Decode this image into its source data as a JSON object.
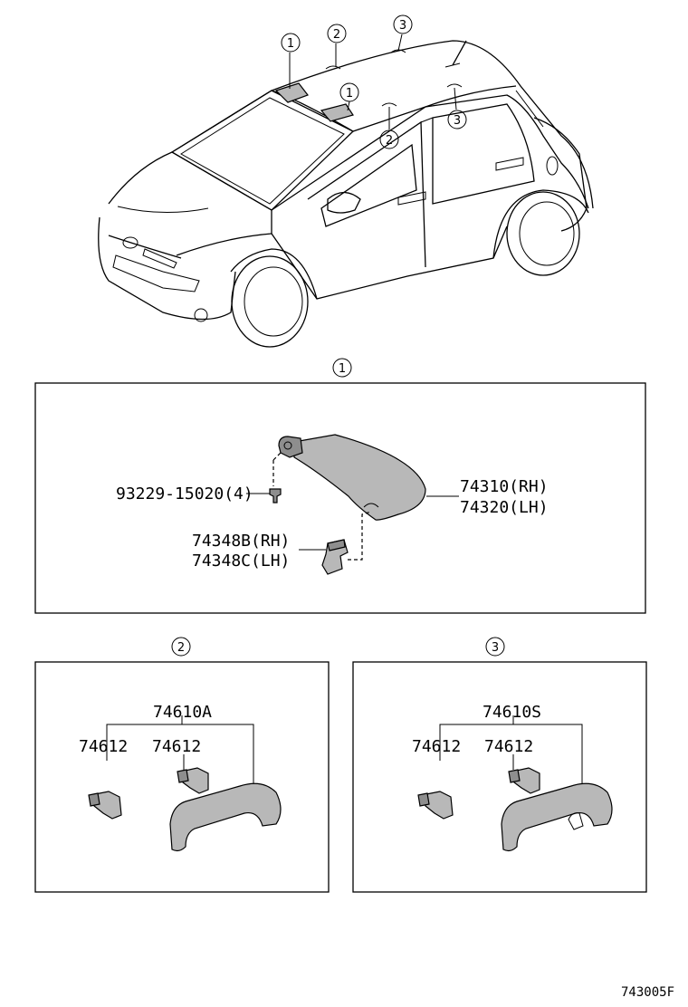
{
  "callouts": {
    "car": [
      "1",
      "2",
      "3",
      "1",
      "2",
      "3"
    ],
    "box1": "1",
    "box2": "2",
    "box3": "3"
  },
  "box1": {
    "screw": "93229-15020(4)",
    "visor_rh": "74310(RH)",
    "visor_lh": "74320(LH)",
    "holder_rh": "74348B(RH)",
    "holder_lh": "74348C(LH)"
  },
  "box2": {
    "assembly": "74610A",
    "clip_left": "74612",
    "clip_right": "74612"
  },
  "box3": {
    "assembly": "74610S",
    "clip_left": "74612",
    "clip_right": "74612"
  },
  "figure_code": "743005F"
}
